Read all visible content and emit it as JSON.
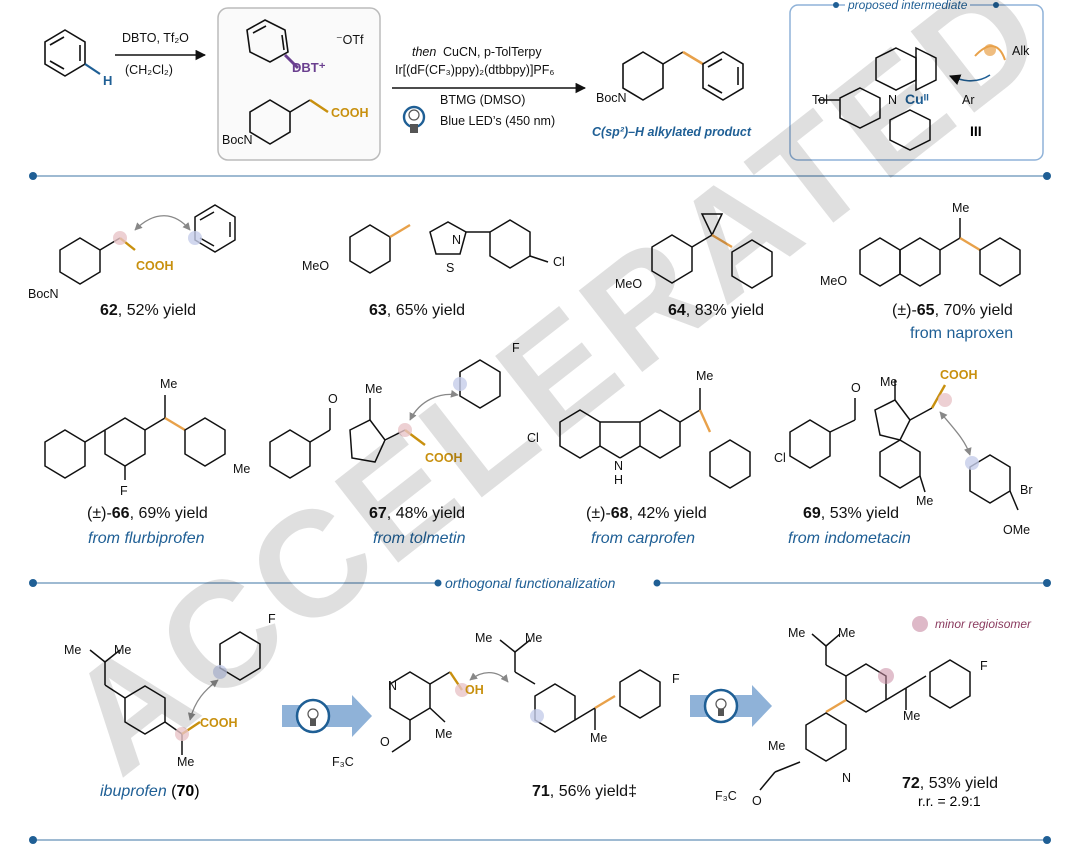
{
  "header": {
    "reagents_1": "DBTO, Tf₂O",
    "solvent_1": "(CH₂Cl₂)",
    "triflate": "⁻OTf",
    "dbt_label": "DBT⁺",
    "h_label": "H",
    "cooh": "COOH",
    "boc_n": "BocN",
    "conditions_then_prefix": "then",
    "conditions_then_rest": " CuCN, p-TolTerpy",
    "conditions_catalyst": "Ir[(dF(CF₃)ppy)₂(dtbbpy)]PF₆",
    "conditions_base": "BTMG (DMSO)",
    "conditions_light": "Blue LED’s (450 nm)",
    "product_caption": "C(sp²)–H alkylated product",
    "intermediate_title": "proposed intermediate",
    "intermediate_label": "III",
    "intermediate_tol": "Tol",
    "intermediate_cu": "Cuᴵᴵ",
    "intermediate_ar": "Ar",
    "intermediate_alk": "Alk",
    "intermediate_n": "N"
  },
  "compounds": [
    {
      "num": "62",
      "yield_text": ", 52% yield",
      "prefix": "",
      "source": ""
    },
    {
      "num": "63",
      "yield_text": ", 65% yield",
      "prefix": "",
      "source": ""
    },
    {
      "num": "64",
      "yield_text": ", 83% yield",
      "prefix": "",
      "source": ""
    },
    {
      "num": "65",
      "yield_text": ", 70% yield",
      "prefix": "(±)-",
      "source": "from naproxen"
    },
    {
      "num": "66",
      "yield_text": ", 69% yield",
      "prefix": "(±)-",
      "source": "from flurbiprofen"
    },
    {
      "num": "67",
      "yield_text": ", 48% yield",
      "prefix": "",
      "source": "from tolmetin"
    },
    {
      "num": "68",
      "yield_text": ", 42% yield",
      "prefix": "(±)-",
      "source": "from carprofen"
    },
    {
      "num": "69",
      "yield_text": ", 53% yield",
      "prefix": "",
      "source": "from indometacin"
    }
  ],
  "atom_labels": {
    "meo": "MeO",
    "cl": "Cl",
    "me": "Me",
    "f": "F",
    "br": "Br",
    "ome": "OMe",
    "n": "N",
    "s": "S",
    "o": "O",
    "h": "H",
    "oh": "OH",
    "f3c": "F₃C",
    "boc_n": "BocN",
    "cooh": "COOH"
  },
  "orthogonal": {
    "title": "orthogonal functionalization",
    "legend": "minor regioisomer",
    "ibuprofen_name": "ibuprofen",
    "ibuprofen_num": "70",
    "c71_num": "71",
    "c71_yield": ", 56% yield‡",
    "c72_num": "72",
    "c72_yield": ", 53% yield",
    "c72_rr": "r.r. = 2.9:1"
  },
  "watermark": "ACCELERATED ARTICLE PREVIEW",
  "colors": {
    "blue": "#1f5f95",
    "divider": "#7fa3c4",
    "gold": "#c8900e",
    "purple": "#6a3f8f",
    "pink": "#e8c4c8",
    "lavender": "#c6cdea",
    "regio": "#c88aa3",
    "arrow_box": "#8fb2d8"
  }
}
